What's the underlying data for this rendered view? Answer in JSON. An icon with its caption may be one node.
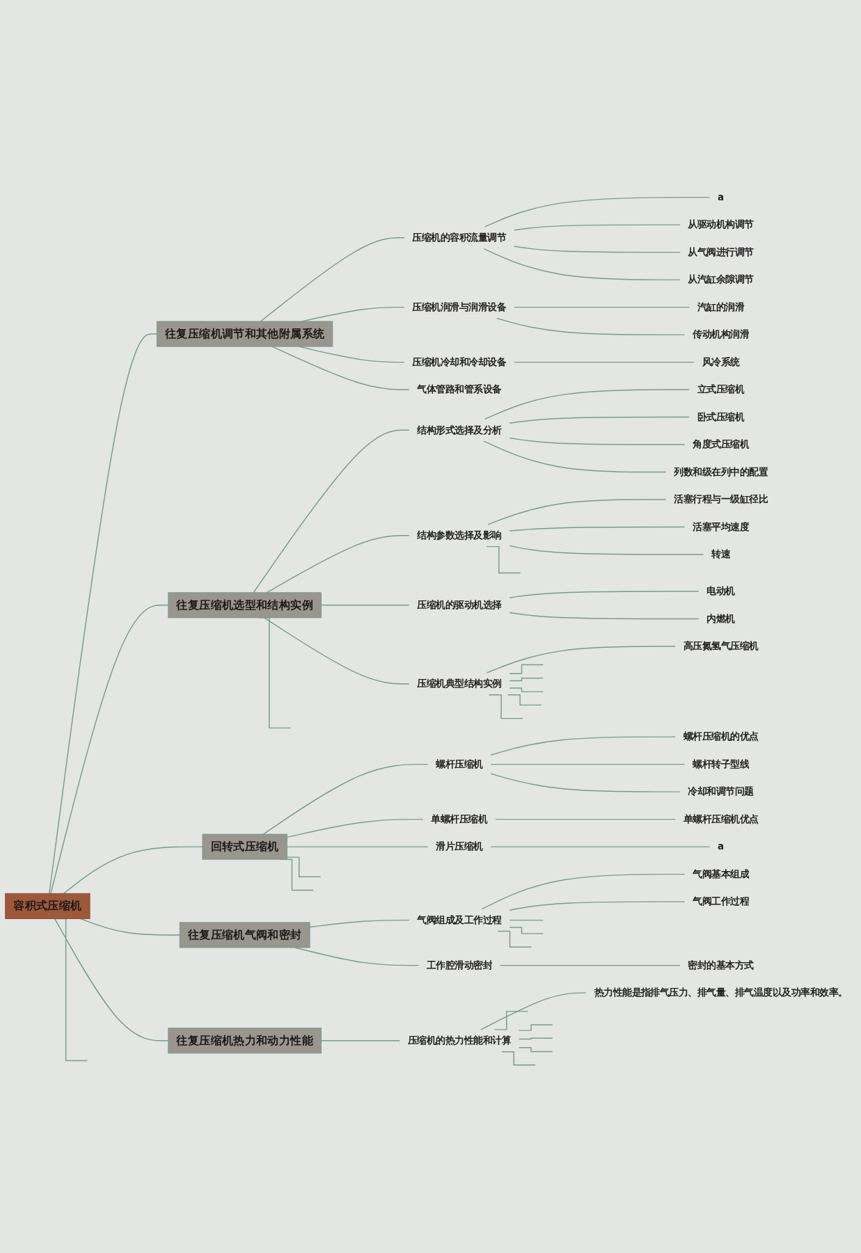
{
  "diagram": {
    "nodes": [
      {
        "text": [
          "容积式压缩机"
        ]
      },
      {
        "text": [
          "往复压缩机调节和其他附属系统"
        ]
      },
      {
        "text": [
          "压缩机的容积流量调节"
        ]
      },
      {
        "text": [
          "a"
        ]
      },
      {
        "text": [
          "从驱动机构调节"
        ]
      },
      {
        "text": [
          "从气阀进行调节"
        ]
      },
      {
        "text": [
          "从汽缸余隙调节"
        ]
      },
      {
        "text": [
          "压缩机润滑与润滑设备"
        ]
      },
      {
        "text": [
          "汽缸的润滑"
        ]
      },
      {
        "text": [
          "传动机构润滑"
        ]
      },
      {
        "text": [
          "压缩机冷却和冷却设备"
        ]
      },
      {
        "text": [
          "风冷系统"
        ]
      },
      {
        "text": [
          "气体管路和管系设备"
        ]
      },
      {
        "text": [
          "往复压缩机选型和结构实例"
        ]
      },
      {
        "text": [
          "结构形式选择及分析"
        ]
      },
      {
        "text": [
          "立式压缩机"
        ]
      },
      {
        "text": [
          "卧式压缩机"
        ]
      },
      {
        "text": [
          "角度式压缩机"
        ]
      },
      {
        "text": [
          "列数和级在列中的配置"
        ]
      },
      {
        "text": [
          "结构参数选择及影响"
        ]
      },
      {
        "text": [
          "活塞行程与一级缸径比"
        ]
      },
      {
        "text": [
          "活塞平均速度"
        ]
      },
      {
        "text": [
          "转速"
        ]
      },
      {
        "text": [
          "压缩机的驱动机选择"
        ]
      },
      {
        "text": [
          "电动机"
        ]
      },
      {
        "text": [
          "内燃机"
        ]
      },
      {
        "text": [
          "压缩机典型结构实例"
        ]
      },
      {
        "text": [
          "高压氮氢气压缩机"
        ]
      },
      {
        "text": [
          "回转式压缩机"
        ]
      },
      {
        "text": [
          "螺杆压缩机"
        ]
      },
      {
        "text": [
          "螺杆压缩机的优点"
        ]
      },
      {
        "text": [
          "螺杆转子型线"
        ]
      },
      {
        "text": [
          "冷却和调节问题"
        ]
      },
      {
        "text": [
          "单螺杆压缩机"
        ]
      },
      {
        "text": [
          "单螺杆压缩机优点"
        ]
      },
      {
        "text": [
          "滑片压缩机"
        ]
      },
      {
        "text": [
          "a"
        ]
      },
      {
        "text": [
          "往复压缩机气阀和密封"
        ]
      },
      {
        "text": [
          "气阀组成及工作过程"
        ]
      },
      {
        "text": [
          "气阀基本组成"
        ]
      },
      {
        "text": [
          "气阀工作过程"
        ]
      },
      {
        "text": [
          "工作腔滑动密封"
        ]
      },
      {
        "text": [
          "密封的基本方式"
        ]
      },
      {
        "text": [
          "往复压缩机热力和动力性能"
        ]
      },
      {
        "text": [
          "压缩机的热力性能和计算"
        ]
      },
      {
        "text": [
          "热力性能是指排气压力、排气量、排气温度以及功率和效率。"
        ]
      }
    ],
    "edges": [
      {
        "from": 0,
        "to": 1,
        "arrow": "none"
      },
      {
        "from": 1,
        "to": 2,
        "arrow": "none"
      },
      {
        "from": 2,
        "to": 3,
        "arrow": "none"
      },
      {
        "from": 2,
        "to": 4,
        "arrow": "none"
      },
      {
        "from": 2,
        "to": 5,
        "arrow": "none"
      },
      {
        "from": 2,
        "to": 6,
        "arrow": "none"
      },
      {
        "from": 1,
        "to": 7,
        "arrow": "none"
      },
      {
        "from": 7,
        "to": 8,
        "arrow": "none"
      },
      {
        "from": 7,
        "to": 9,
        "arrow": "none"
      },
      {
        "from": 1,
        "to": 10,
        "arrow": "none"
      },
      {
        "from": 10,
        "to": 11,
        "arrow": "none"
      },
      {
        "from": 1,
        "to": 12,
        "arrow": "none"
      },
      {
        "from": 0,
        "to": 13,
        "arrow": "none"
      },
      {
        "from": 13,
        "to": 14,
        "arrow": "none"
      },
      {
        "from": 14,
        "to": 15,
        "arrow": "none"
      },
      {
        "from": 14,
        "to": 16,
        "arrow": "none"
      },
      {
        "from": 14,
        "to": 17,
        "arrow": "none"
      },
      {
        "from": 14,
        "to": 18,
        "arrow": "none"
      },
      {
        "from": 13,
        "to": 19,
        "arrow": "none"
      },
      {
        "from": 19,
        "to": 20,
        "arrow": "none"
      },
      {
        "from": 19,
        "to": 21,
        "arrow": "none"
      },
      {
        "from": 19,
        "to": 22,
        "arrow": "none"
      },
      {
        "from": 19,
        "to": null,
        "arrow": "none"
      },
      {
        "from": 13,
        "to": 23,
        "arrow": "none"
      },
      {
        "from": 23,
        "to": 24,
        "arrow": "none"
      },
      {
        "from": 23,
        "to": 25,
        "arrow": "none"
      },
      {
        "from": 13,
        "to": 26,
        "arrow": "none"
      },
      {
        "from": 26,
        "to": 27,
        "arrow": "none"
      },
      {
        "from": 26,
        "to": null,
        "arrow": "none"
      },
      {
        "from": 26,
        "to": null,
        "arrow": "none"
      },
      {
        "from": 26,
        "to": null,
        "arrow": "none"
      },
      {
        "from": 26,
        "to": null,
        "arrow": "none"
      },
      {
        "from": 26,
        "to": null,
        "arrow": "none"
      },
      {
        "from": 13,
        "to": null,
        "arrow": "none"
      },
      {
        "from": 0,
        "to": 28,
        "arrow": "none"
      },
      {
        "from": 28,
        "to": 29,
        "arrow": "none"
      },
      {
        "from": 29,
        "to": 30,
        "arrow": "none"
      },
      {
        "from": 29,
        "to": 31,
        "arrow": "none"
      },
      {
        "from": 29,
        "to": 32,
        "arrow": "none"
      },
      {
        "from": 28,
        "to": 33,
        "arrow": "none"
      },
      {
        "from": 33,
        "to": 34,
        "arrow": "none"
      },
      {
        "from": 28,
        "to": 35,
        "arrow": "none"
      },
      {
        "from": 35,
        "to": 36,
        "arrow": "none"
      },
      {
        "from": 28,
        "to": null,
        "arrow": "none"
      },
      {
        "from": 28,
        "to": null,
        "arrow": "none"
      },
      {
        "from": 0,
        "to": 37,
        "arrow": "none"
      },
      {
        "from": 37,
        "to": 38,
        "arrow": "none"
      },
      {
        "from": 38,
        "to": 39,
        "arrow": "none"
      },
      {
        "from": 38,
        "to": 40,
        "arrow": "none"
      },
      {
        "from": 38,
        "to": null,
        "arrow": "none"
      },
      {
        "from": 38,
        "to": null,
        "arrow": "none"
      },
      {
        "from": 38,
        "to": null,
        "arrow": "none"
      },
      {
        "from": 37,
        "to": 41,
        "arrow": "none"
      },
      {
        "from": 41,
        "to": 42,
        "arrow": "none"
      },
      {
        "from": 0,
        "to": 43,
        "arrow": "none"
      },
      {
        "from": 43,
        "to": 44,
        "arrow": "none"
      },
      {
        "from": 44,
        "to": 45,
        "arrow": "none"
      },
      {
        "from": 44,
        "to": null,
        "arrow": "none"
      },
      {
        "from": 44,
        "to": null,
        "arrow": "none"
      },
      {
        "from": 44,
        "to": null,
        "arrow": "none"
      },
      {
        "from": 44,
        "to": null,
        "arrow": "none"
      },
      {
        "from": 44,
        "to": null,
        "arrow": "none"
      },
      {
        "from": 0,
        "to": null,
        "arrow": "none"
      }
    ]
  }
}
